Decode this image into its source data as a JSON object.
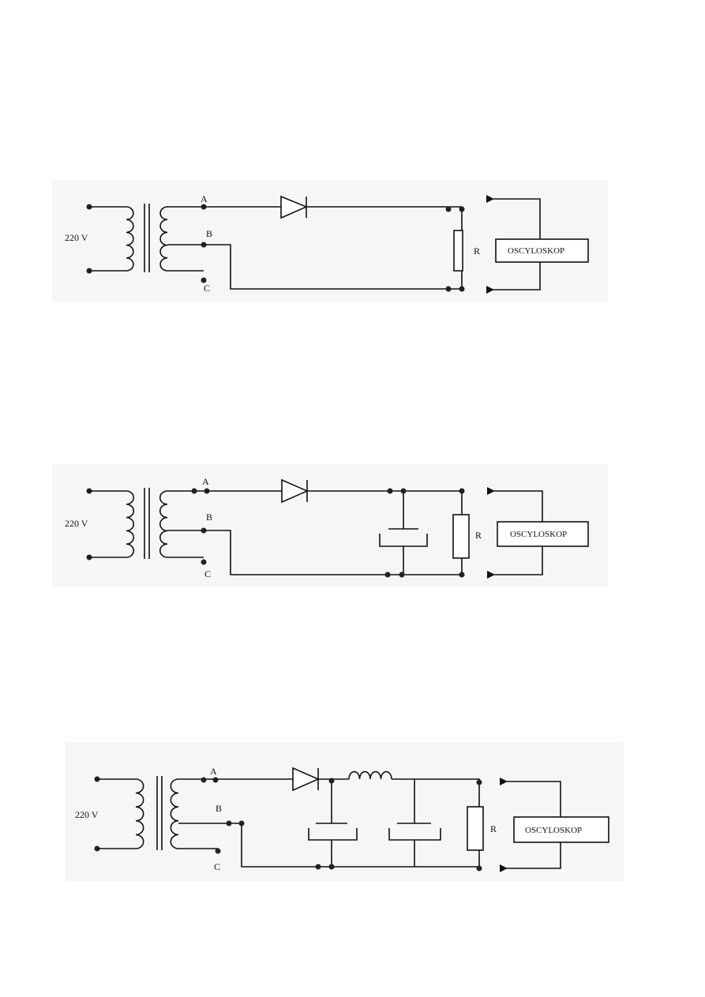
{
  "circuits": [
    {
      "name": "half-wave-rectifier",
      "voltage": "220 V",
      "tap_a": "A",
      "tap_b": "B",
      "tap_c": "C",
      "resistor": "R",
      "scope": "OSCYLOSKOP"
    },
    {
      "name": "half-wave-rectifier-capacitor-filter",
      "voltage": "220 V",
      "tap_a": "A",
      "tap_b": "B",
      "tap_c": "C",
      "resistor": "R",
      "scope": "OSCYLOSKOP"
    },
    {
      "name": "half-wave-rectifier-lc-pi-filter",
      "voltage": "220 V",
      "tap_a": "A",
      "tap_b": "B",
      "tap_c": "C",
      "resistor": "R",
      "scope": "OSCYLOSKOP"
    }
  ]
}
